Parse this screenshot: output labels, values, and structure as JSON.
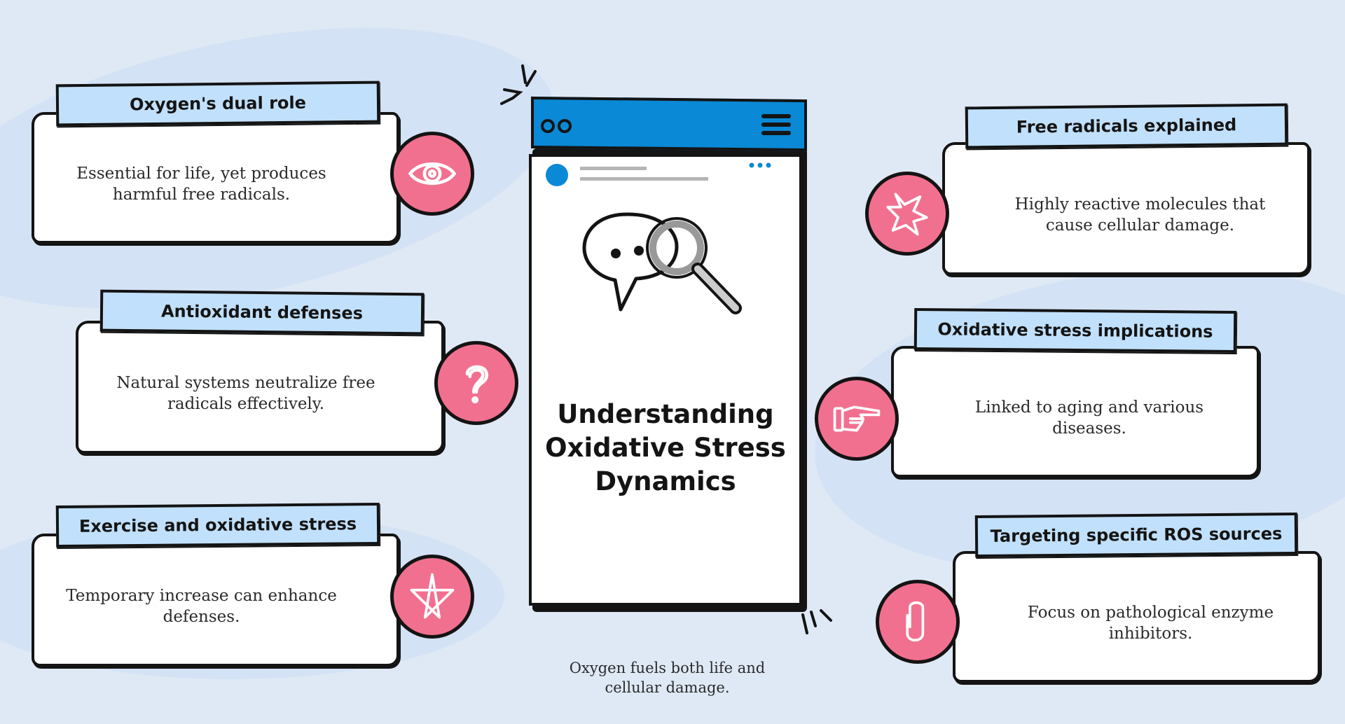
{
  "main": {
    "title": "Understanding Oxidative Stress Dynamics",
    "caption": "Oxygen fuels both life and cellular damage."
  },
  "cards": [
    {
      "title": "Oxygen's dual role",
      "text": "Essential for life, yet produces harmful free radicals.",
      "icon": "eye-icon"
    },
    {
      "title": "Antioxidant defenses",
      "text": "Natural systems neutralize free radicals effectively.",
      "icon": "question-icon"
    },
    {
      "title": "Exercise and oxidative stress",
      "text": "Temporary increase can enhance defenses.",
      "icon": "star-icon"
    },
    {
      "title": "Free radicals explained",
      "text": "Highly reactive molecules that cause cellular damage.",
      "icon": "burst-icon"
    },
    {
      "title": "Oxidative stress implications",
      "text": "Linked to aging and various diseases.",
      "icon": "pointing-hand-icon"
    },
    {
      "title": "Targeting specific ROS sources",
      "text": "Focus on pathological enzyme inhibitors.",
      "icon": "paperclip-icon"
    }
  ],
  "colors": {
    "background": "#dfe9f5",
    "tab": "#c1e0fb",
    "badge": "#f2708f",
    "phone_bar": "#0a89d6",
    "ink": "#141414"
  }
}
